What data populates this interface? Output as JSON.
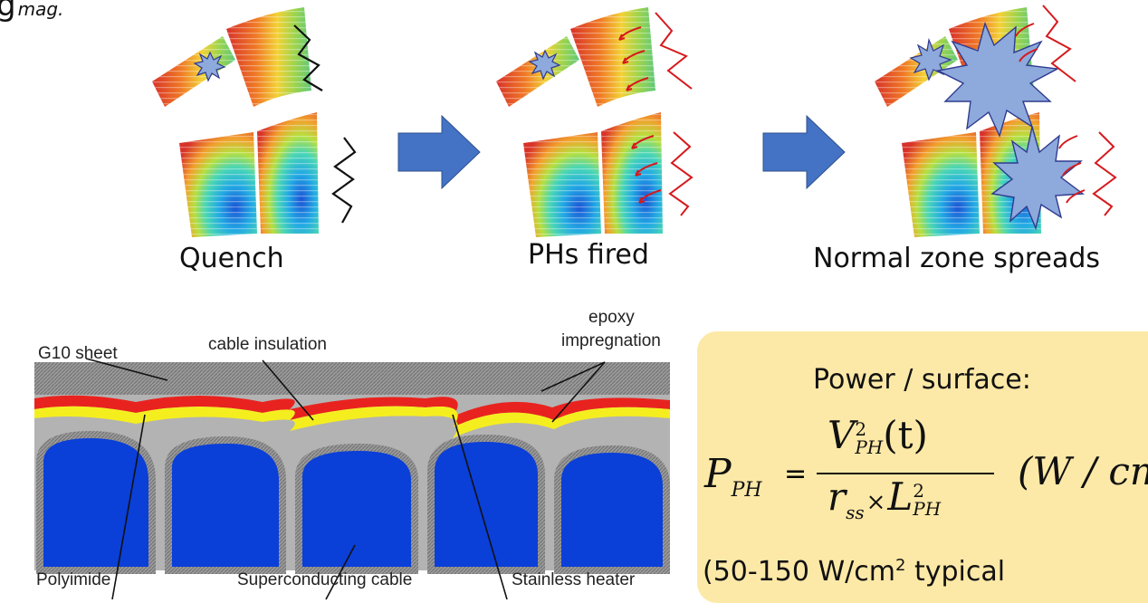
{
  "header": {
    "fragment": "mag."
  },
  "stages": [
    {
      "caption": "Quench"
    },
    {
      "caption": "PHs fired"
    },
    {
      "caption": "Normal zone spreads"
    }
  ],
  "cross_section": {
    "labels": {
      "g10": "G10 sheet",
      "insulation": "cable insulation",
      "epoxy_line1": "epoxy",
      "epoxy_line2": "impregnation",
      "polyimide": "Polyimide",
      "cable": "Superconducting cable",
      "heater": "Stainless heater"
    },
    "colors": {
      "g10": "#9a9a9a",
      "heater": "#e8231f",
      "polyimide": "#f5ee1f",
      "cable": "#0a3fd8",
      "epoxy": "#b3b3b3"
    }
  },
  "formula_panel": {
    "title": "Power / surface:",
    "lhs": "P",
    "lhs_sub": "PH",
    "num_v": "V",
    "num_sup": "2",
    "num_sub": "PH",
    "num_t": "(t)",
    "den_r": "r",
    "den_r_sub": "ss",
    "den_times": "×",
    "den_l": "L",
    "den_l_sup": "2",
    "den_l_sub": "PH",
    "units": "(W / cm",
    "typical_pre": "(50-150 W/cm",
    "typical_sup": "2",
    "typical_post": " typical",
    "background": "#fde9a7"
  },
  "colors": {
    "arrow": "#4472c4",
    "pulse_red": "#d7191c",
    "star": "#8ea9db"
  }
}
